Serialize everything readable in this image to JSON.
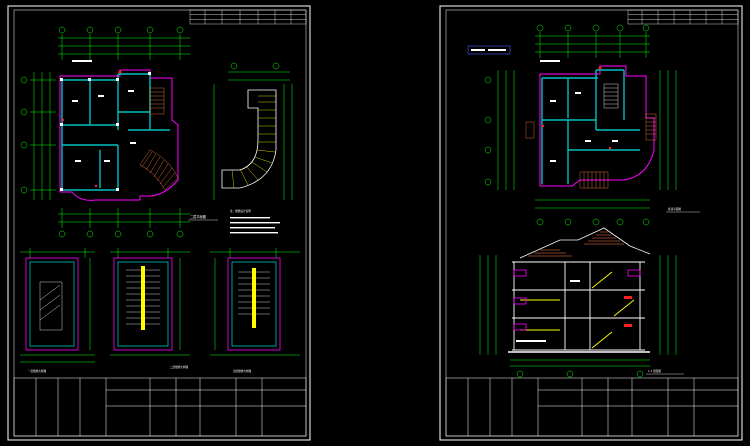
{
  "sheets": [
    {
      "id": "left",
      "drawing_labels": {
        "plan_title": "二层平面图",
        "stair_plan_a": "一层楼梯大样图",
        "stair_plan_b": "二层楼梯大样图",
        "stair_plan_c": "顶层楼梯大样图",
        "notes_title": "注：楼梯设计说明"
      }
    },
    {
      "id": "right",
      "drawing_labels": {
        "plan_title": "屋顶平面图",
        "section_title": "1-1 剖面图"
      }
    }
  ],
  "colors": {
    "background": "#000000",
    "frame": "#ffffff",
    "wall": "#00c0c0",
    "dimension": "#00ff00",
    "axis": "#00ff00",
    "outline": "#ff00ff",
    "accent_orange": "#ff8040",
    "yellow": "#ffff00",
    "red": "#ff2020",
    "blue": "#4060ff"
  }
}
